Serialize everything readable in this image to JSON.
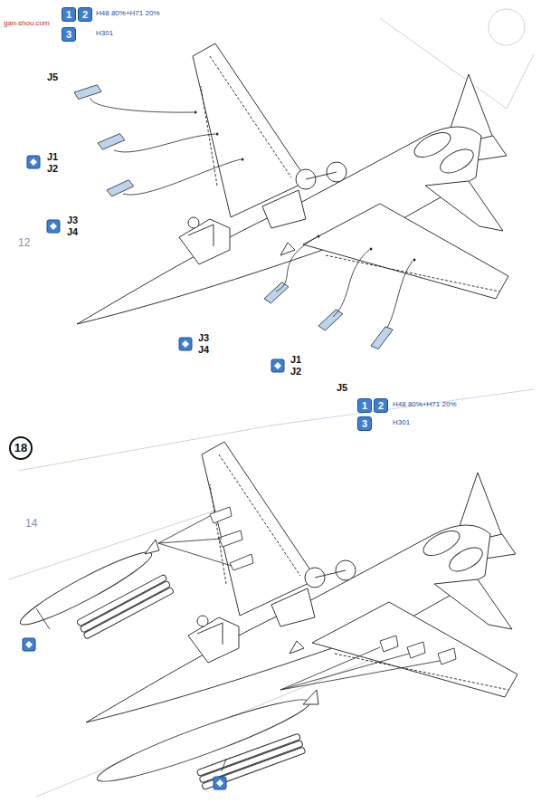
{
  "diagram": {
    "labels": [
      "gan-shou.com",
      "1",
      "2",
      "H48 80%+H71 20%",
      "3",
      "H301",
      "J5",
      "J1",
      "J2",
      "J3",
      "J4",
      "J3",
      "J4",
      "J1",
      "J2",
      "J5",
      "1",
      "2",
      "H48 80%+H71 20%",
      "3",
      "H301",
      "18",
      "12",
      "14"
    ]
  }
}
